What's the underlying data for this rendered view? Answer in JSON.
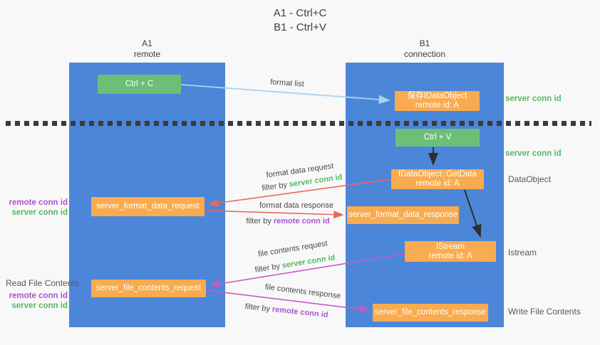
{
  "title": {
    "line1": "A1 - Ctrl+C",
    "line2": "B1 - Ctrl+V"
  },
  "columns": {
    "a1": {
      "name": "A1",
      "subtitle": "remote"
    },
    "b1": {
      "name": "B1",
      "subtitle": "connection"
    }
  },
  "nodes": {
    "ctrl_c": {
      "label": "Ctrl + C"
    },
    "save_idataobject": {
      "line1": "保存IDataObject",
      "line2": "remote id: A"
    },
    "ctrl_v": {
      "label": "Ctrl + V"
    },
    "getdata": {
      "line1": "IDataObject::GetData",
      "line2": "remote id: A"
    },
    "format_request": {
      "label": "server_format_data_request"
    },
    "format_response": {
      "label": "server_format_data_response"
    },
    "istream": {
      "line1": "IStream",
      "line2": "remote id: A"
    },
    "file_request": {
      "label": "server_file_contents_request"
    },
    "file_response": {
      "label": "server_file_contents_response"
    }
  },
  "edges": {
    "format_list": "format list",
    "format_data_request": "format data request",
    "format_data_response": "format data response",
    "file_contents_request": "file contents request",
    "file_contents_response": "file contents response",
    "filter_by": "filter by ",
    "server_conn_id": "server conn id",
    "remote_conn_id": "remote conn id"
  },
  "side": {
    "right": {
      "server_conn_id_top": "server conn id",
      "server_conn_id_mid": "server conn id",
      "dataobject": "DataObject",
      "istream": "Istream",
      "write_file_contents": "Write File Contents"
    },
    "left": {
      "remote_conn_id": "remote conn id",
      "server_conn_id": "server conn id",
      "read_file_contents": "Read File Contents"
    }
  },
  "colors": {
    "lifeline_blue": "#4c86d8",
    "node_green": "#6dbe77",
    "node_orange": "#f9ab4f",
    "arrow_lightblue": "#a9d3f2",
    "arrow_red": "#e8695d",
    "arrow_magenta": "#c45ac4",
    "arrow_black": "#2f2f2f",
    "label_green": "#55b85f",
    "label_purple": "#ab53d2",
    "label_gray": "#575757",
    "dotted_line": "#3b3b3b"
  }
}
